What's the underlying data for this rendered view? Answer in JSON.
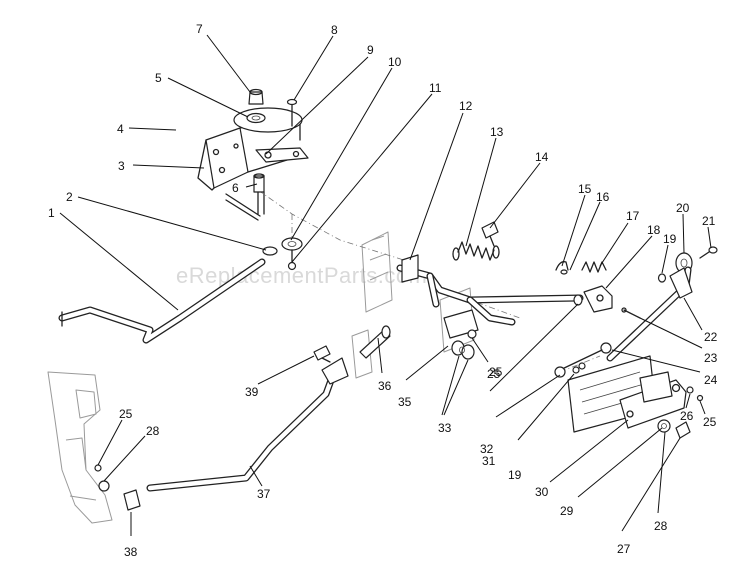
{
  "watermark": "eReplacementParts.com",
  "callouts": [
    {
      "label": "1"
    },
    {
      "label": "2"
    },
    {
      "label": "3"
    },
    {
      "label": "4"
    },
    {
      "label": "5"
    },
    {
      "label": "6"
    },
    {
      "label": "7"
    },
    {
      "label": "8"
    },
    {
      "label": "9"
    },
    {
      "label": "10"
    },
    {
      "label": "11"
    },
    {
      "label": "12"
    },
    {
      "label": "13"
    },
    {
      "label": "14"
    },
    {
      "label": "15"
    },
    {
      "label": "16"
    },
    {
      "label": "17"
    },
    {
      "label": "18"
    },
    {
      "label": "19"
    },
    {
      "label": "20"
    },
    {
      "label": "21"
    },
    {
      "label": "22"
    },
    {
      "label": "23"
    },
    {
      "label": "24"
    },
    {
      "label": "25"
    },
    {
      "label": "26"
    },
    {
      "label": "25"
    },
    {
      "label": "27"
    },
    {
      "label": "28"
    },
    {
      "label": "29"
    },
    {
      "label": "30"
    },
    {
      "label": "19"
    },
    {
      "label": "31"
    },
    {
      "label": "32"
    },
    {
      "label": "33"
    },
    {
      "label": "25"
    },
    {
      "label": "35"
    },
    {
      "label": "36"
    },
    {
      "label": "37"
    },
    {
      "label": "38"
    },
    {
      "label": "28"
    },
    {
      "label": "25"
    },
    {
      "label": "39"
    }
  ]
}
